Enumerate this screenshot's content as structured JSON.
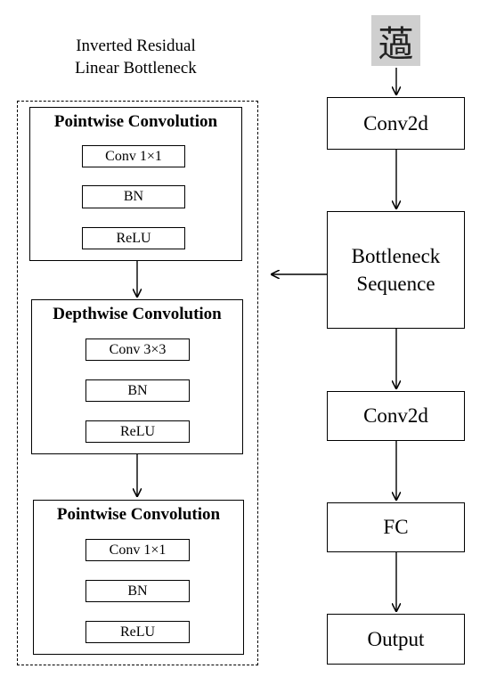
{
  "outer_block": {
    "title_line1": "Inverted Residual",
    "title_line2": "Linear Bottleneck",
    "groups": [
      {
        "title": "Pointwise Convolution",
        "layers": [
          "Conv 1×1",
          "BN",
          "ReLU"
        ]
      },
      {
        "title": "Depthwise Convolution",
        "layers": [
          "Conv 3×3",
          "BN",
          "ReLU"
        ]
      },
      {
        "title": "Pointwise Convolution",
        "layers": [
          "Conv 1×1",
          "BN",
          "ReLU"
        ]
      }
    ]
  },
  "main_flow": {
    "input_glyph": "薖",
    "stages": [
      "Conv2d",
      "Bottleneck\nSequence",
      "Conv2d",
      "FC",
      "Output"
    ]
  }
}
